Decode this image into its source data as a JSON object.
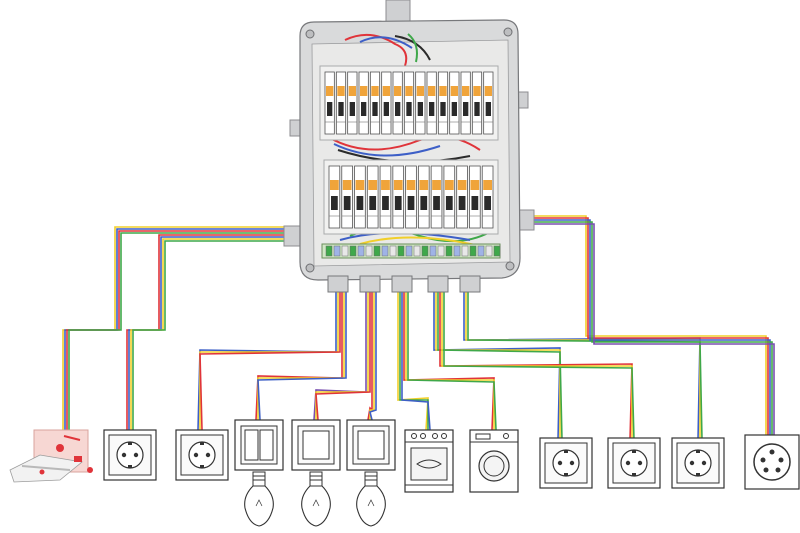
{
  "wire_colors": {
    "phase_red": "#e0343a",
    "phase_blue": "#3d5fc7",
    "neutral_yellow": "#f1cf2a",
    "earth_green": "#3fa84a",
    "purple": "#7a4fb0"
  },
  "enclosure_colors": {
    "box": "#d9dadb",
    "panel": "#f1f1f0",
    "breaker_orange": "#f0a43a",
    "terminal_green": "#6dc24a"
  },
  "panel_rows": [
    {
      "breakers": 15
    },
    {
      "breakers": 13
    }
  ],
  "consumers": [
    {
      "id": "water-heater",
      "icon": "water-heater-icon"
    },
    {
      "id": "socket-1",
      "icon": "socket-icon"
    },
    {
      "id": "socket-2",
      "icon": "socket-icon"
    },
    {
      "id": "double-switch",
      "icon": "double-light-switch-icon",
      "bulb": true
    },
    {
      "id": "switch-1",
      "icon": "light-switch-icon",
      "bulb": true
    },
    {
      "id": "switch-2",
      "icon": "light-switch-icon",
      "bulb": true
    },
    {
      "id": "stove",
      "icon": "electric-stove-icon"
    },
    {
      "id": "washing-machine",
      "icon": "washing-machine-icon"
    },
    {
      "id": "socket-3",
      "icon": "socket-icon"
    },
    {
      "id": "socket-4",
      "icon": "socket-icon"
    },
    {
      "id": "socket-5",
      "icon": "socket-icon"
    },
    {
      "id": "power-outlet",
      "icon": "five-pin-outlet-icon"
    }
  ]
}
